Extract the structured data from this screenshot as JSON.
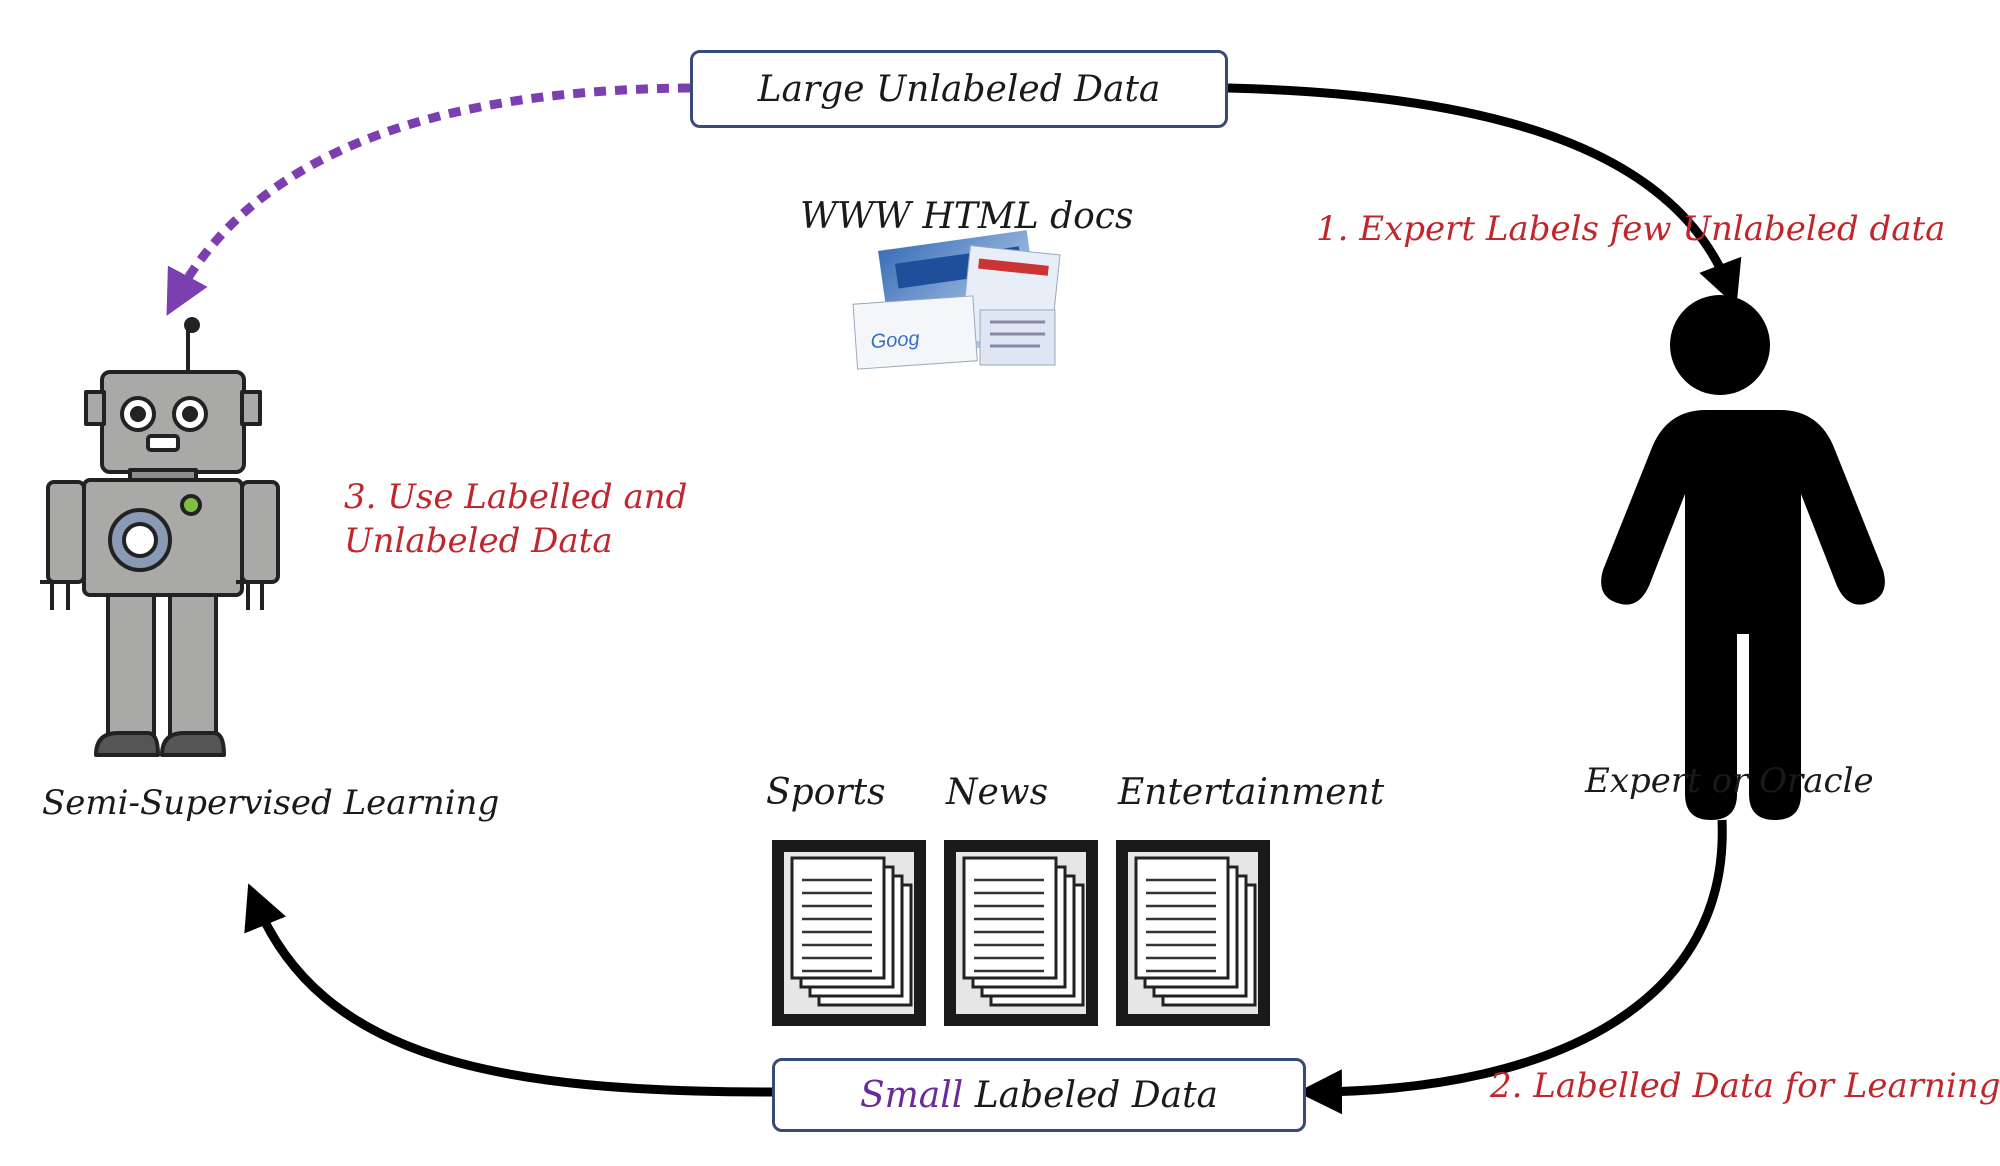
{
  "boxes": {
    "large_unlabeled": "Large Unlabeled Data",
    "small_labeled_prefix": "Small",
    "small_labeled_rest": " Labeled Data"
  },
  "labels": {
    "www_docs": "WWW HTML docs",
    "step1": "1. Expert Labels few  Unlabeled data",
    "step2": "2. Labelled Data for Learning",
    "step3_line1": "3. Use  Labelled and",
    "step3_line2": "Unlabeled Data",
    "robot_caption": "Semi-Supervised Learning",
    "expert_caption": "Expert or Oracle"
  },
  "categories": [
    "Sports",
    "News",
    "Entertainment"
  ],
  "colors": {
    "red_text": "#c0272d",
    "purple_text": "#6a2a9a",
    "dotted_arrow": "#7b3fb0",
    "arrow": "#000000",
    "box_border": "#3a4a78"
  },
  "icons": [
    "robot-icon",
    "person-icon",
    "web-pages-icon",
    "document-stack-icon"
  ]
}
